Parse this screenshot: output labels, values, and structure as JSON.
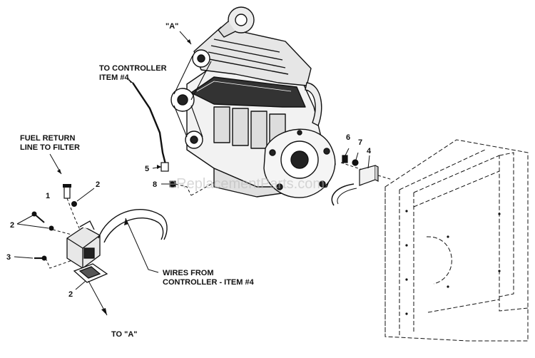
{
  "labels": {
    "engine_ref": "\"A\"",
    "to_controller_line1": "TO CONTROLLER",
    "to_controller_line2": "ITEM #4",
    "fuel_return_line1": "FUEL RETURN",
    "fuel_return_line2": "LINE TO FILTER",
    "wires_line1": "WIRES FROM",
    "wires_line2": "CONTROLLER - ITEM #4",
    "to_a": "TO \"A\""
  },
  "callouts": {
    "c1": "1",
    "c2_fitting": "2",
    "c2_bolts": "2",
    "c2_gasket": "2",
    "c3": "3",
    "c4": "4",
    "c5": "5",
    "c6": "6",
    "c7": "7",
    "c8": "8"
  },
  "watermark": "eReplacementParts.com"
}
